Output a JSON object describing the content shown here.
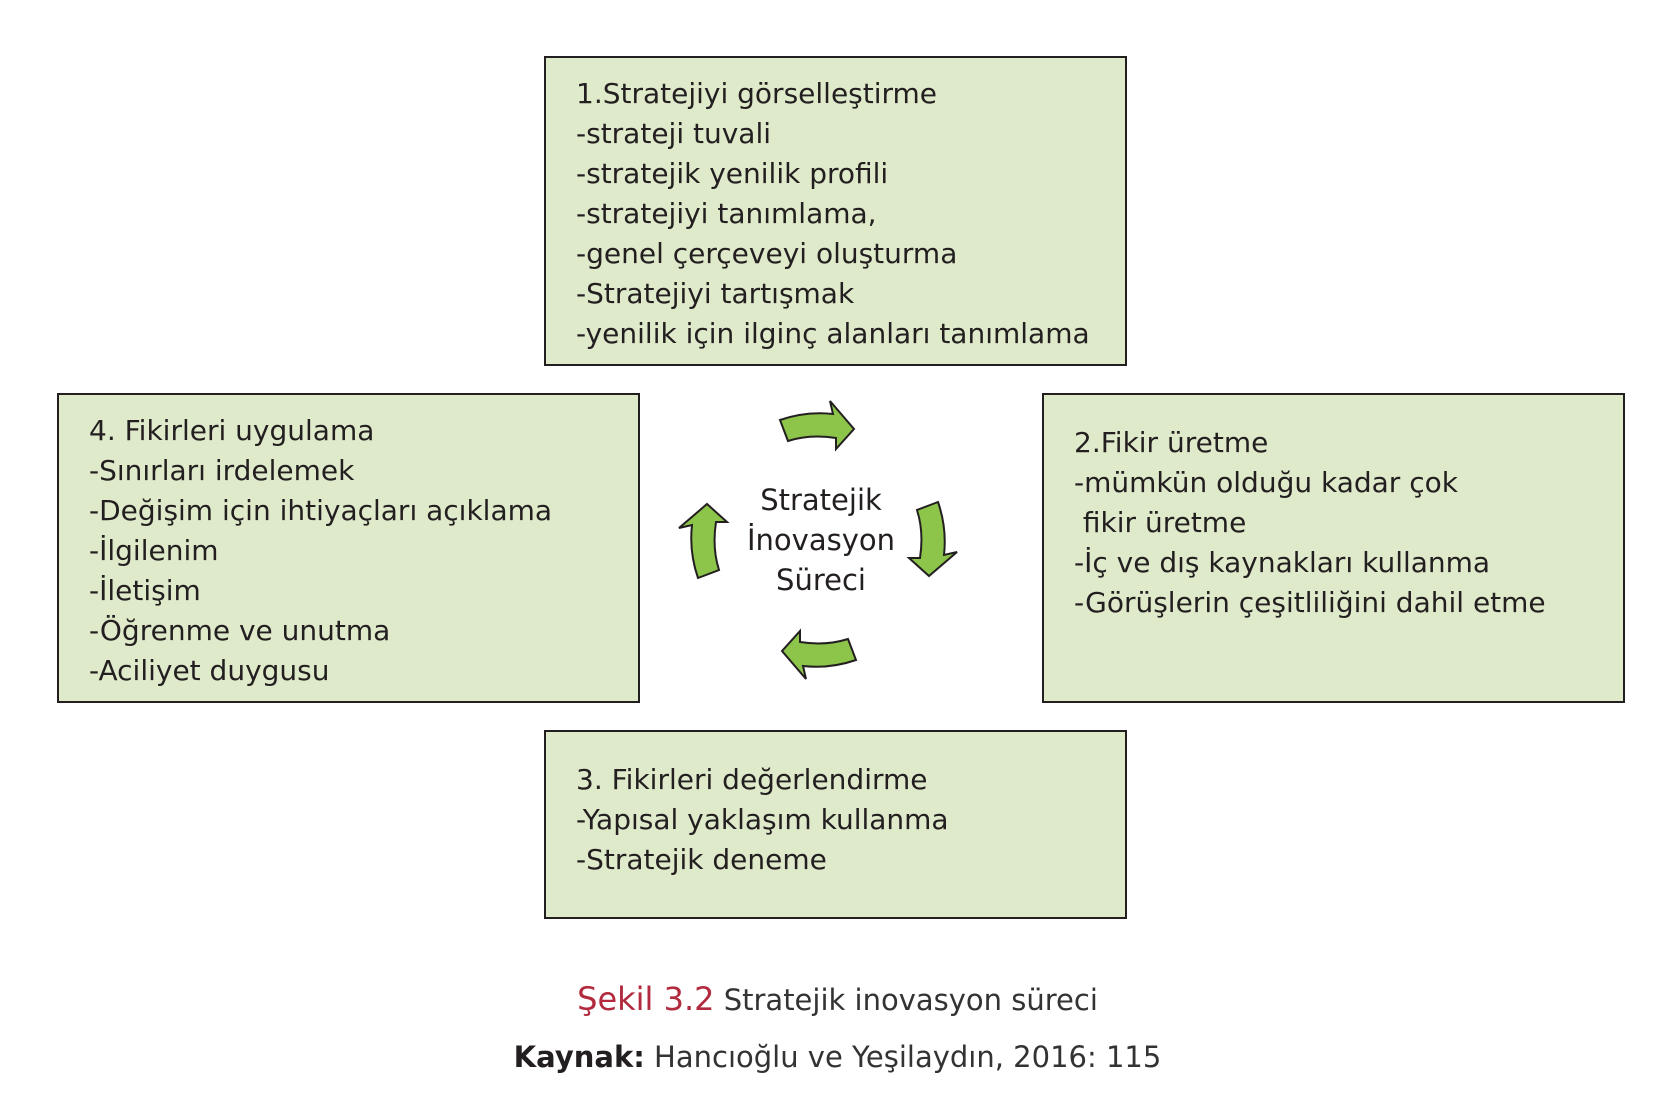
{
  "diagram": {
    "center_lines": [
      "Stratejik",
      "İnovasyon",
      "Süreci"
    ],
    "boxes": {
      "top": [
        "1.Stratejiyi görselleştirme",
        "-strateji tuvali",
        "-stratejik yenilik profili",
        "-stratejiyi tanımlama,",
        "-genel çerçeveyi oluşturma",
        "-Stratejiyi tartışmak",
        "-yenilik için ilginç alanları tanımlama"
      ],
      "right": [
        "2.Fikir üretme",
        "-mümkün olduğu kadar çok",
        " fikir üretme",
        "-İç ve dış kaynakları kullanma",
        "-Görüşlerin çeşitliliğini dahil etme"
      ],
      "bottom": [
        "3. Fikirleri değerlendirme",
        "-Yapısal yaklaşım kullanma",
        "-Stratejik deneme"
      ],
      "left": [
        "4. Fikirleri uygulama",
        "-Sınırları irdelemek",
        "-Değişim için ihtiyaçları açıklama",
        "-İlgilenim",
        "-İletişim",
        "-Öğrenme ve unutma",
        "-Aciliyet duygusu"
      ]
    },
    "colors": {
      "box_fill": "#dfeacb",
      "arrow_fill": "#8dc54b",
      "caption_accent": "#b22a3e"
    }
  },
  "caption": {
    "figure_label": "Şekil 3.2",
    "title": "Stratejik inovasyon süreci"
  },
  "source": {
    "label": "Kaynak:",
    "text": "Hancıoğlu ve Yeşilaydın, 2016: 115"
  }
}
